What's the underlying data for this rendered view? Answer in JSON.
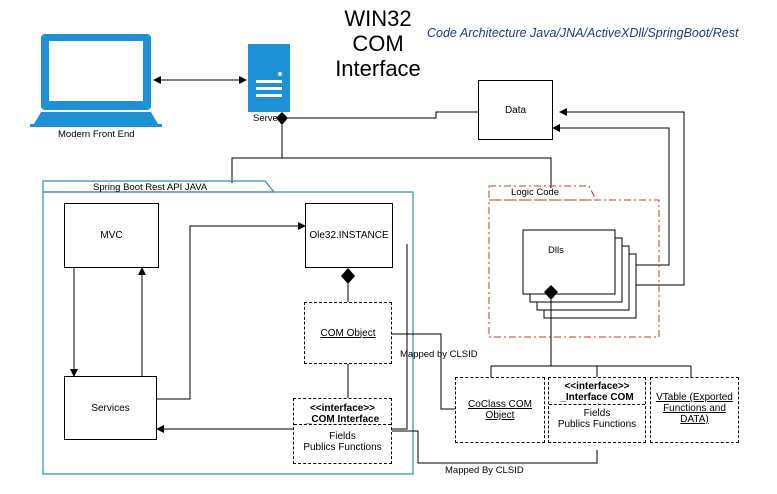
{
  "header": {
    "title_lines": [
      "WIN32",
      "COM",
      "Interface"
    ],
    "subtitle": "Code Architecture Java/JNA/ActiveXDll/SpringBoot/Rest"
  },
  "nodes": {
    "front_end": "Modern Front End",
    "server": "Server",
    "data": "Data",
    "spring_boot": "Spring Boot Rest API JAVA",
    "logic_code": "Logic Code",
    "mvc": "MVC",
    "services": "Services",
    "ole32": "Ole32.INSTANCE",
    "com_object": "COM Object",
    "com_interface_stereotype": "<<interface>>",
    "com_interface_name": "_COM Interface",
    "com_interface_body_1": "Fields",
    "com_interface_body_2": "Publics Functions",
    "dlls": "Dlls",
    "coclass_line1": "CoClass COM",
    "coclass_line2": "Object",
    "iface2_stereotype": "<<interface>>",
    "iface2_name": "_Interface COM",
    "iface2_body_1": "Fields",
    "iface2_body_2": "Publics Functions",
    "vtable_line1": "VTable (Exported",
    "vtable_line2": "Functions and",
    "vtable_line3": "DATA)"
  },
  "edge_labels": {
    "mapped_by_clsid_1": "Mapped by CLSID",
    "mapped_by_clsid_2": "Mapped By CLSID"
  },
  "colors": {
    "spring_frame": "#2e8fa8",
    "logic_frame": "#c0392b",
    "computer": "#1e90d6",
    "subtitle": "#1f3f7a"
  },
  "icons": [
    "computer-icon",
    "server-icon"
  ]
}
